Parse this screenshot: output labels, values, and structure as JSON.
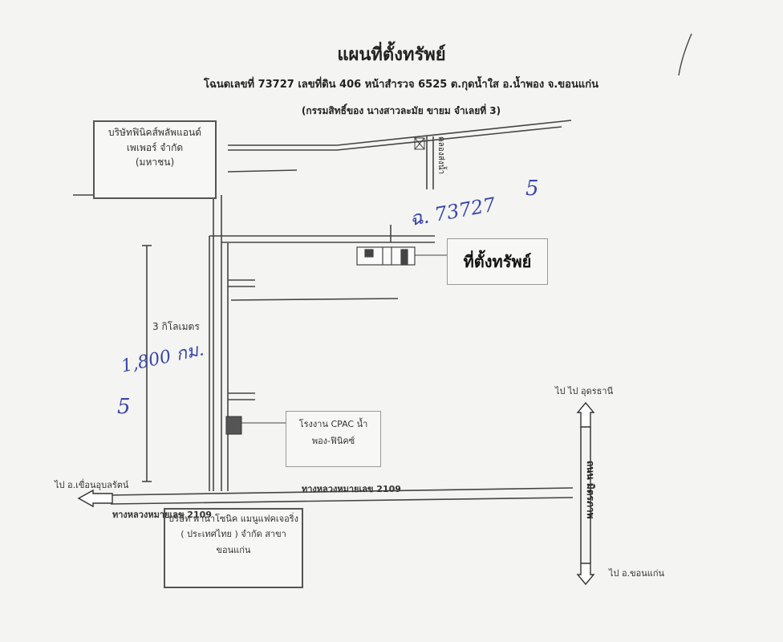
{
  "header": {
    "title": "แผนที่ตั้งทรัพย์",
    "subtitle": "โฉนดเลขที่ 73727 เลขที่ดิน 406 หน้าสำรวจ 6525 ต.กุดน้ำใส อ.น้ำพอง จ.ขอนแก่น",
    "ownership_note": "(กรรมสิทธิ์ของ นางสาวละมัย ขายม จำเลยที่ 3)"
  },
  "landmarks": {
    "company_top": {
      "line1": "บริษัทฟินิคส์พลัพแอนด์",
      "line2": "เพเพอร์ จำกัด",
      "line3": "(มหาชน)"
    },
    "property": {
      "label": "ที่ตั้งทรัพย์"
    },
    "factory": {
      "line1": "โรงงาน CPAC น้ำ",
      "line2": "พอง-ฟินิคซ์"
    },
    "company_bottom": {
      "line1": "บริษัท พานาโซนิค แมนูแฟคเจอริ่ง",
      "line2": "( ประเทศไทย ) จำกัด สาขา",
      "line3": "ขอนแก่น"
    }
  },
  "roads": {
    "highway_left": "ทางหลวงหมายเลข 2109",
    "highway_center": "ทางหลวงหมายเลข 2109",
    "mittraphap": "ถนน มิตรภาพ",
    "canal": "คลองส่งน้ำ"
  },
  "directions": {
    "to_dam": "ไป อ.เขื่อนอุบลรัตน์",
    "to_udon": "ไป ไป อุดรธานี",
    "to_khonkaen": "ไป อ.ขอนแก่น"
  },
  "distance": {
    "label": "3 กิโลเมตร"
  },
  "handwritten": {
    "deed_no": "ฉ. 73727",
    "distance": "1,800 กม.",
    "mark": "5",
    "mark2": "5"
  },
  "colors": {
    "ink": "#3a46a8",
    "line": "#444444"
  }
}
